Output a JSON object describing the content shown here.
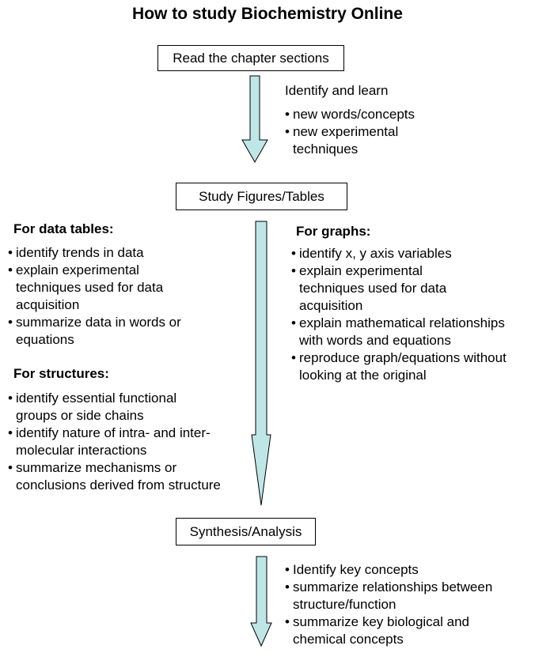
{
  "title": "How to study Biochemistry Online",
  "colors": {
    "arrow_fill": "#bfe6e6",
    "arrow_stroke": "#000000",
    "box_border": "#000000"
  },
  "step1": {
    "box_label": "Read the chapter sections",
    "intro": "Identify and learn",
    "bullets": [
      "new words/concepts",
      "new experimental\ntechniques"
    ]
  },
  "step2": {
    "box_label": "Study Figures/Tables",
    "data_tables": {
      "heading": "For data tables:",
      "bullets": [
        "identify trends in data",
        "explain experimental\ntechniques used for data\nacquisition",
        "summarize data in words or\nequations"
      ]
    },
    "structures": {
      "heading": "For structures:",
      "bullets": [
        "identify essential functional\ngroups or side chains",
        "identify nature of intra- and inter-\nmolecular interactions",
        "summarize mechanisms or\nconclusions derived from structure"
      ]
    },
    "graphs": {
      "heading": "For graphs:",
      "bullets": [
        "identify x, y axis variables",
        "explain experimental\ntechniques used for data\nacquisition",
        "explain mathematical relationships\nwith words and equations",
        "reproduce graph/equations without\nlooking at the original"
      ]
    }
  },
  "step3": {
    "box_label": "Synthesis/Analysis",
    "bullets": [
      "Identify key concepts",
      "summarize relationships between\nstructure/function",
      "summarize key biological and\nchemical concepts"
    ]
  }
}
